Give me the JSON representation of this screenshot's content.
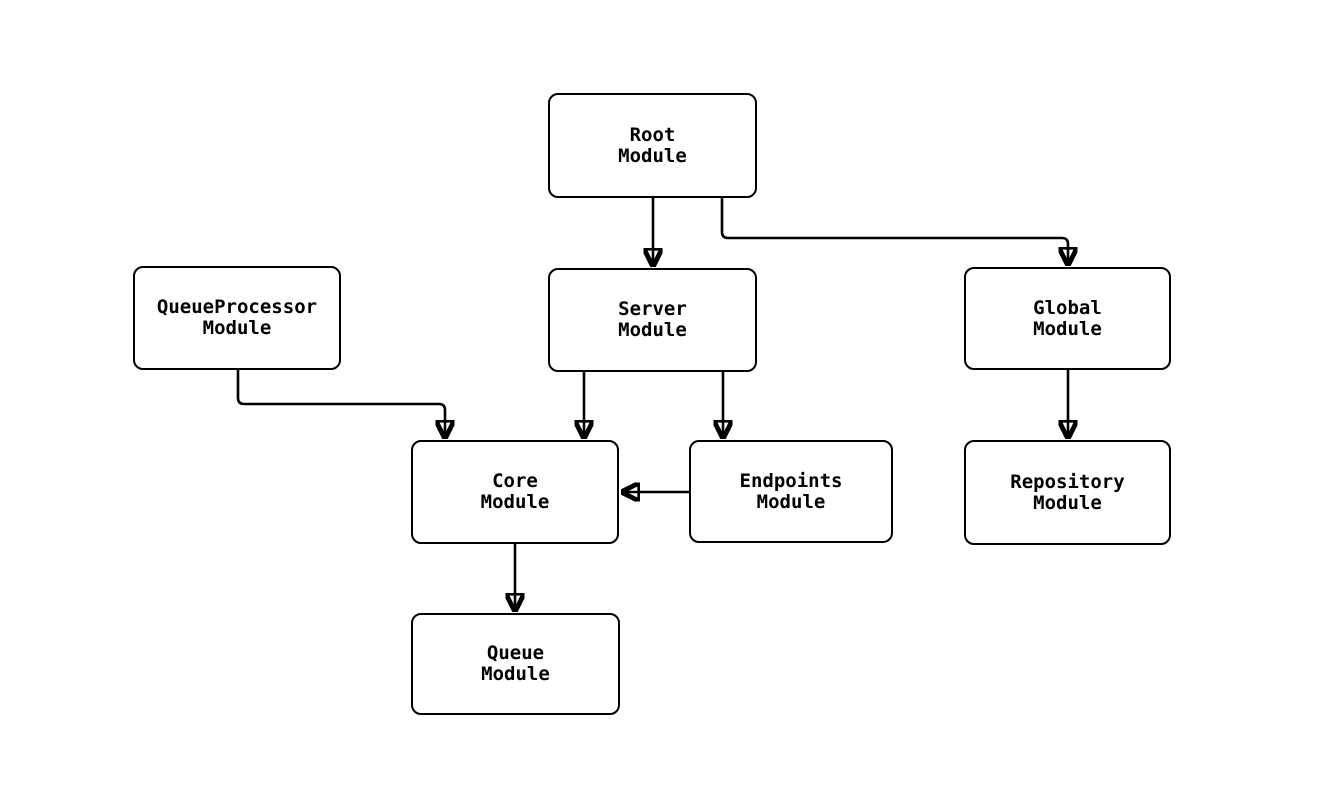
{
  "diagram": {
    "type": "module-dependency-graph",
    "background_color": "#ffffff",
    "node_fill_color": "#ffffff",
    "node_border_color": "#000000",
    "edge_color": "#000000",
    "text_color": "#000000",
    "nodes": [
      {
        "id": "root",
        "label": "Root\nModule"
      },
      {
        "id": "server",
        "label": "Server\nModule"
      },
      {
        "id": "global",
        "label": "Global\nModule"
      },
      {
        "id": "queueprocessor",
        "label": "QueueProcessor\nModule"
      },
      {
        "id": "core",
        "label": "Core\nModule"
      },
      {
        "id": "endpoints",
        "label": "Endpoints\nModule"
      },
      {
        "id": "repository",
        "label": "Repository\nModule"
      },
      {
        "id": "queue",
        "label": "Queue\nModule"
      }
    ],
    "edges": [
      {
        "from": "root",
        "to": "server"
      },
      {
        "from": "root",
        "to": "global"
      },
      {
        "from": "queueprocessor",
        "to": "core"
      },
      {
        "from": "server",
        "to": "core"
      },
      {
        "from": "server",
        "to": "endpoints"
      },
      {
        "from": "endpoints",
        "to": "core"
      },
      {
        "from": "global",
        "to": "repository"
      },
      {
        "from": "core",
        "to": "queue"
      }
    ]
  }
}
